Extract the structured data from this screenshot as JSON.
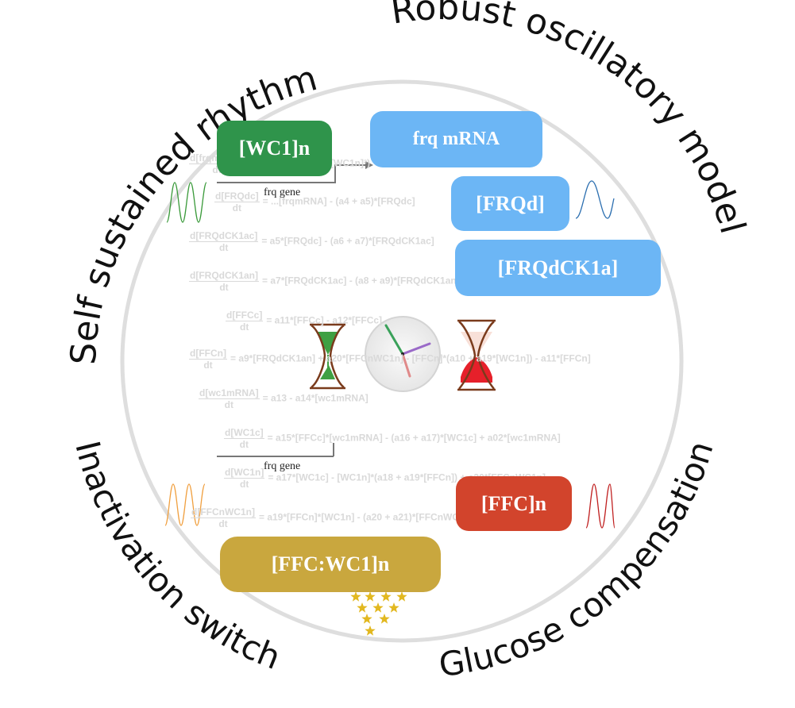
{
  "arc_labels": {
    "top_left": "Self sustained rhythms",
    "top_right": "Robust oscillatory model",
    "bottom_left": "Inactivation switch",
    "bottom_right": "Glucose compensation"
  },
  "boxes": {
    "wc1n": "[WC1]n",
    "frq_mrna": "frq mRNA",
    "frqd": "[FRQd]",
    "frqdck1a": "[FRQdCK1a]",
    "ffcn": "[FFC]n",
    "ffc_wc1n": "[FFC:WC1]n"
  },
  "gene_labels": {
    "upper": "frq gene",
    "lower": "frq gene"
  },
  "equations": [
    {
      "num": "d[frqmRNA]",
      "den": "dt",
      "rhs": "= ... [WC1n]² / (a + [WC1n]²)"
    },
    {
      "num": "d[FRQdc]",
      "den": "dt",
      "rhs": "= ...[frqmRNA] - (a4 + a5)*[FRQdc]"
    },
    {
      "num": "d[FRQdCK1ac]",
      "den": "dt",
      "rhs": "= a5*[FRQdc] - (a6 + a7)*[FRQdCK1ac]"
    },
    {
      "num": "d[FRQdCK1an]",
      "den": "dt",
      "rhs": "= a7*[FRQdCK1ac] - (a8 + a9)*[FRQdCK1an]"
    },
    {
      "num": "d[FFCc]",
      "den": "dt",
      "rhs": "= a11*[FFCc] - a12*[FFCc]"
    },
    {
      "num": "d[FFCn]",
      "den": "dt",
      "rhs": "= a9*[FRQdCK1an] + a20*[FFCnWC1n] - [FFCn]*(a10 + a19*[WC1n]) - a11*[FFCn]"
    },
    {
      "num": "d[wc1mRNA]",
      "den": "dt",
      "rhs": "= a13 - a14*[wc1mRNA]"
    },
    {
      "num": "d[WC1c]",
      "den": "dt",
      "rhs": "= a15*[FFCc]*[wc1mRNA] - (a16 + a17)*[WC1c] + a02*[wc1mRNA]"
    },
    {
      "num": "d[WC1n]",
      "den": "dt",
      "rhs": "= a17*[WC1c] - [WC1n]*(a18 + a19*[FFCn]) + a20*[FFCnWC1n]"
    },
    {
      "num": "d[FFCnWC1n]",
      "den": "dt",
      "rhs": "= a19*[FFCn]*[WC1n] - (a20 + a21)*[FFCnWC1n]"
    }
  ],
  "colors": {
    "wc1n": "#2f944b",
    "frq_blue": "#6cb6f5",
    "ffcn": "#d2442c",
    "ffc_wc1n": "#c9a73e",
    "circle": "#dedede",
    "wave_green": "#3a9a3a",
    "wave_blue": "#2c6fb0",
    "wave_orange": "#f0a040",
    "wave_red": "#c02020",
    "star": "#e2b820"
  }
}
